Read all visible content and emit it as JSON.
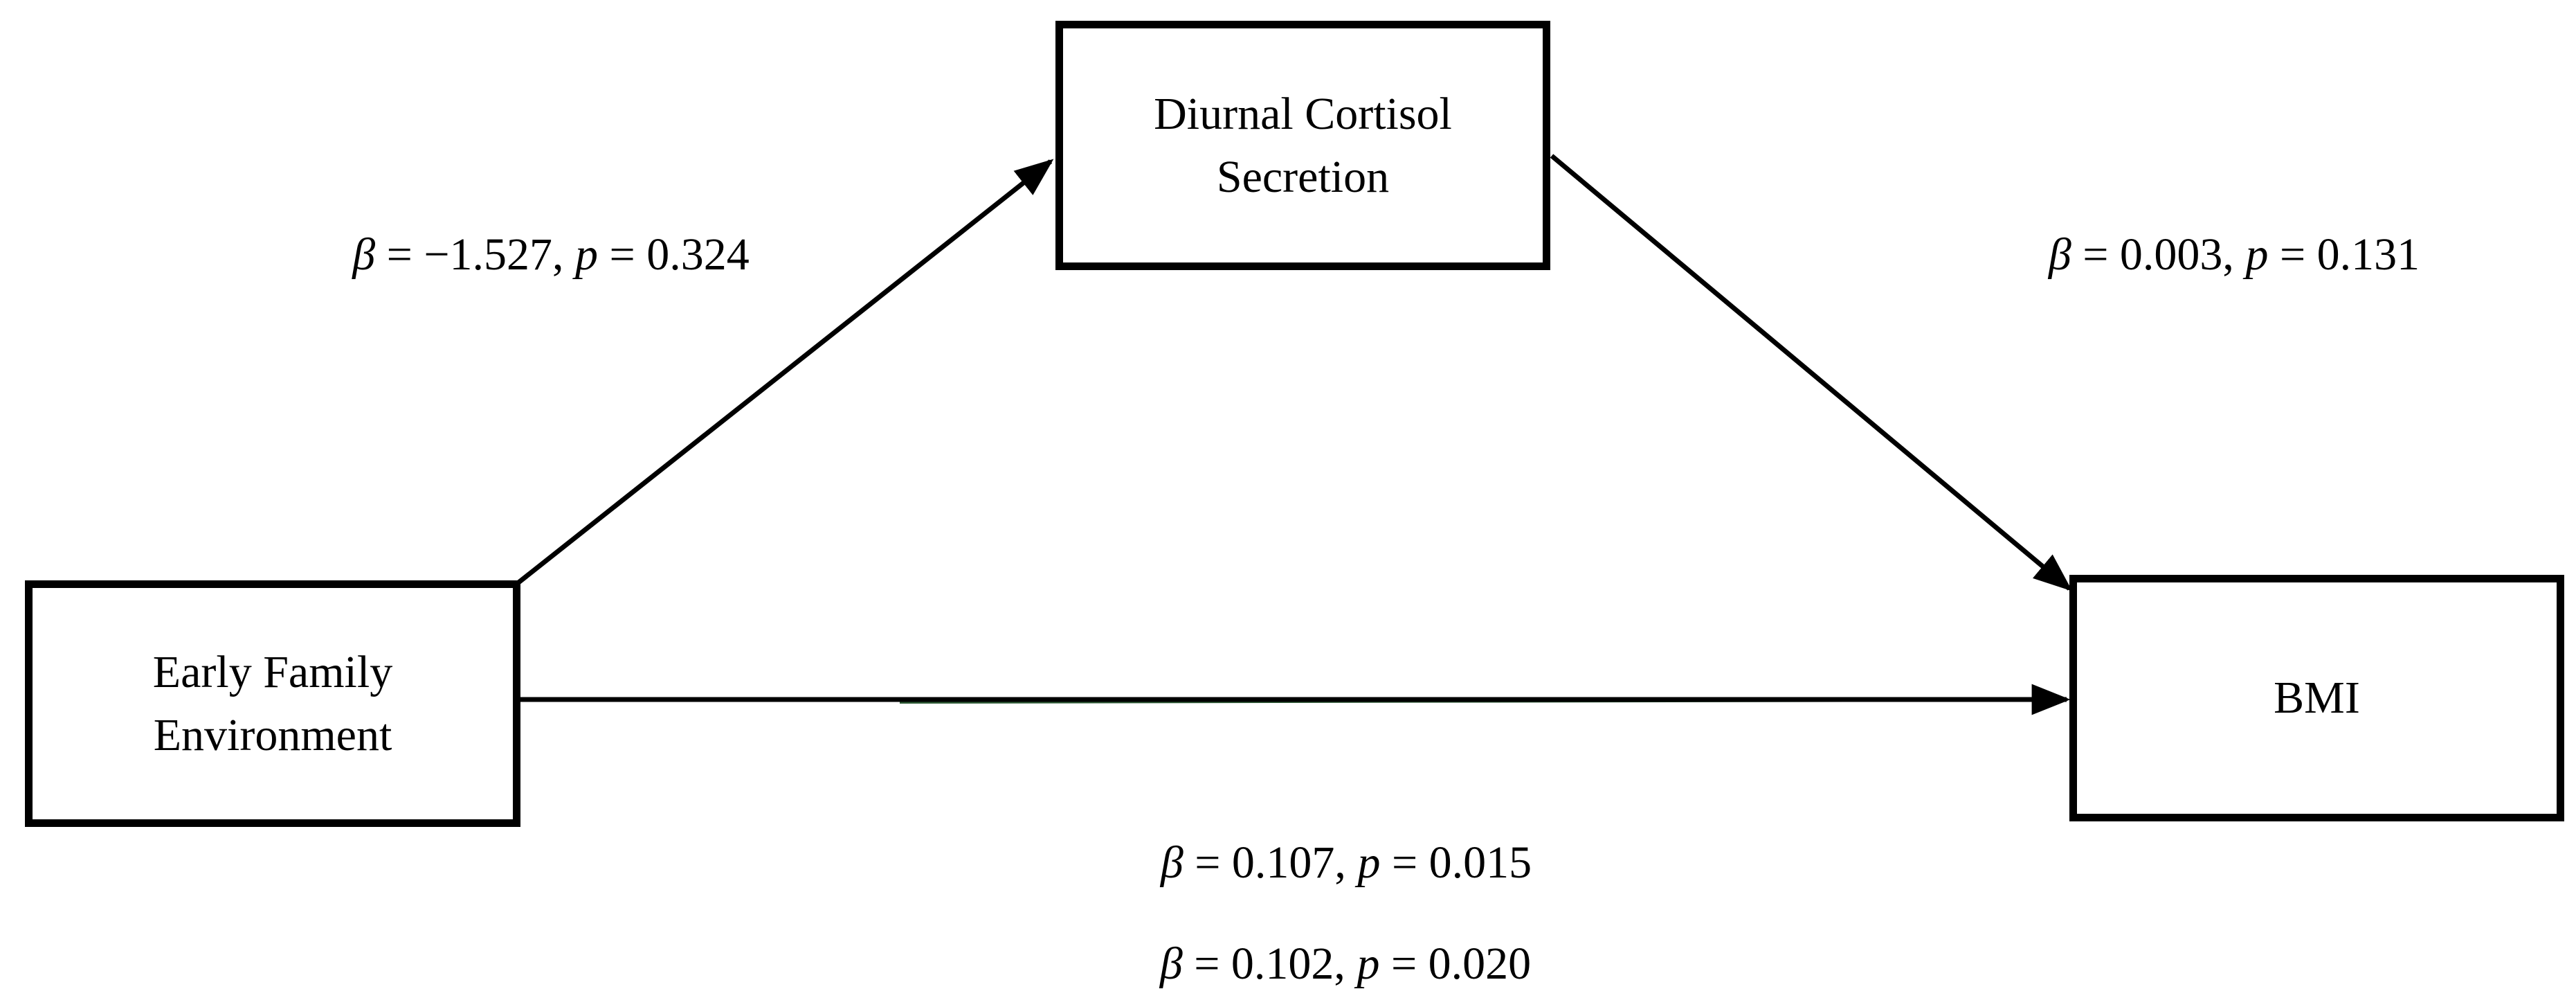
{
  "figure": {
    "type": "mediation-path-diagram",
    "background_color": "#ffffff",
    "line_color": "#000000",
    "artifact_line_color": "#2d5a35",
    "nodes": {
      "predictor": {
        "line1": "Early Family",
        "line2": "Environment"
      },
      "mediator": {
        "line1": "Diurnal Cortisol",
        "line2": "Secretion"
      },
      "outcome": {
        "line1": "BMI"
      }
    },
    "path_labels": {
      "a_path": {
        "beta": "β",
        "beta_rest": " = −1.527, ",
        "p": "p",
        "p_rest": " = 0.324"
      },
      "b_path": {
        "beta": "β",
        "beta_rest": " = 0.003, ",
        "p": "p",
        "p_rest": " = 0.131"
      },
      "c_path": {
        "beta": "β",
        "beta_rest": " = 0.107, ",
        "p": "p",
        "p_rest": " = 0.015"
      },
      "c_prime_path": {
        "beta": "β",
        "beta_rest": " = 0.102, ",
        "p": "p",
        "p_rest": " = 0.020"
      }
    }
  }
}
